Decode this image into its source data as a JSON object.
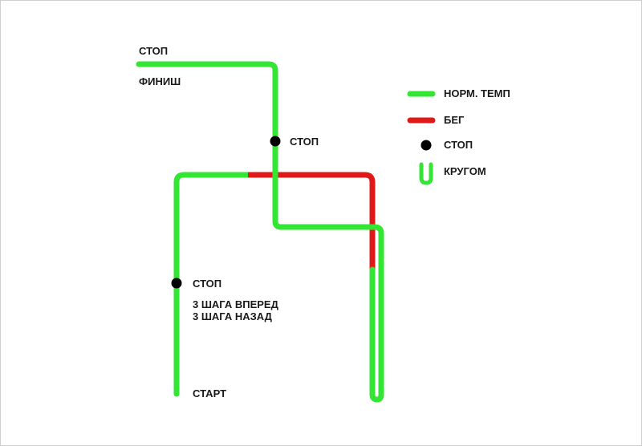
{
  "colors": {
    "normal": "#33e633",
    "run": "#e01818",
    "stop": "#000000",
    "background": "#ffffff"
  },
  "route_labels": {
    "top_stop": "СТОП",
    "finish": "ФИНИШ",
    "mid_stop": "СТОП",
    "left_stop": "СТОП",
    "steps_forward": "3 ШАГА ВПЕРЕД",
    "steps_back": "3 ШАГА НАЗАД",
    "start": "СТАРТ"
  },
  "legend": {
    "normal_pace": "НОРМ. ТЕМП",
    "run": "БЕГ",
    "stop": "СТОП",
    "turn_around": "КРУГОМ"
  },
  "icons": {
    "normal_pace": "green-line-icon",
    "run": "red-line-icon",
    "stop": "black-dot-icon",
    "turn_around": "u-turn-icon"
  }
}
